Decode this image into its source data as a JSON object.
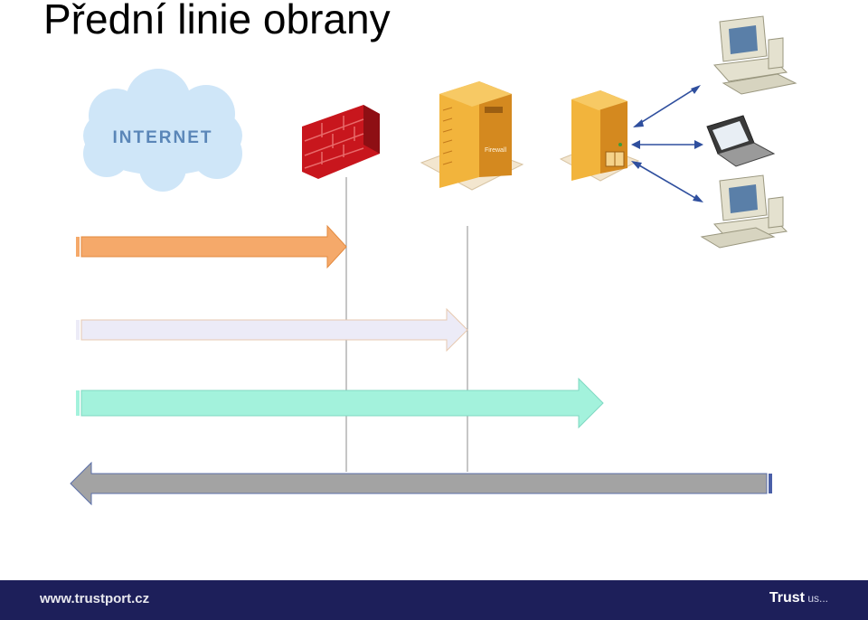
{
  "slide": {
    "title": "Přední linie obrany",
    "cloud_label": "INTERNET"
  },
  "footer": {
    "url": "www.trustport.cz",
    "logo_main": "Trust",
    "logo_suffix": " us..."
  },
  "colors": {
    "arrow1": "#f5a96a",
    "arrow2": "#ecebf7",
    "arrow3": "#a3f2dc",
    "arrow4": "#a3a3a3",
    "footer": "#1d1f5a",
    "firewall": "#c8161d",
    "server": "#e8a32c",
    "link": "#2f4f9e"
  },
  "icons": [
    "internet-cloud-icon",
    "firewall-icon",
    "server-icon",
    "gateway-server-icon",
    "desktop-computer-icon",
    "laptop-icon"
  ]
}
